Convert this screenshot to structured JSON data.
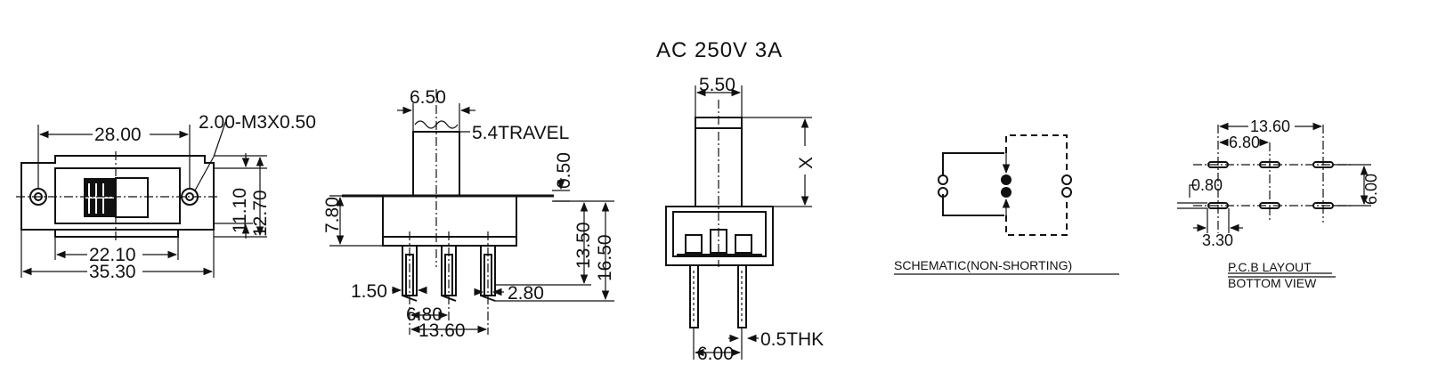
{
  "rating": "AC  250V  3A",
  "front_view": {
    "dim_mount_pitch": "28.00",
    "dim_hole": "2.00-M3X0.50",
    "dim_inner_width": "22.10",
    "dim_overall_length": "35.30",
    "dim_body_height": "11.10",
    "dim_plate_height": "12.70"
  },
  "side_view": {
    "dim_actuator_width": "6.50",
    "dim_travel": "5.4TRAVEL",
    "dim_plate_thk": "0.50",
    "dim_actuator_height": "7.80",
    "dim_body_to_pin": "13.50",
    "dim_total_height": "16.50",
    "dim_pin_width": "1.50",
    "dim_pin_slot": "2.80",
    "dim_pin_pitch": "6.80",
    "dim_pin_span": "13.60"
  },
  "end_view": {
    "dim_actuator_width": "5.50",
    "dim_actuator_var": "X",
    "dim_pin_spacing": "6.00",
    "dim_pin_thk": "0.5THK"
  },
  "schematic": {
    "caption": "SCHEMATIC(NON-SHORTING)"
  },
  "pcb_layout": {
    "caption_line1": "P.C.B LAYOUT",
    "caption_line2": "BOTTOM VIEW",
    "dim_span": "13.60",
    "dim_pitch": "6.80",
    "dim_slot_width": "0.80",
    "dim_row_spacing": "6.00",
    "dim_slot_length": "3.30"
  }
}
